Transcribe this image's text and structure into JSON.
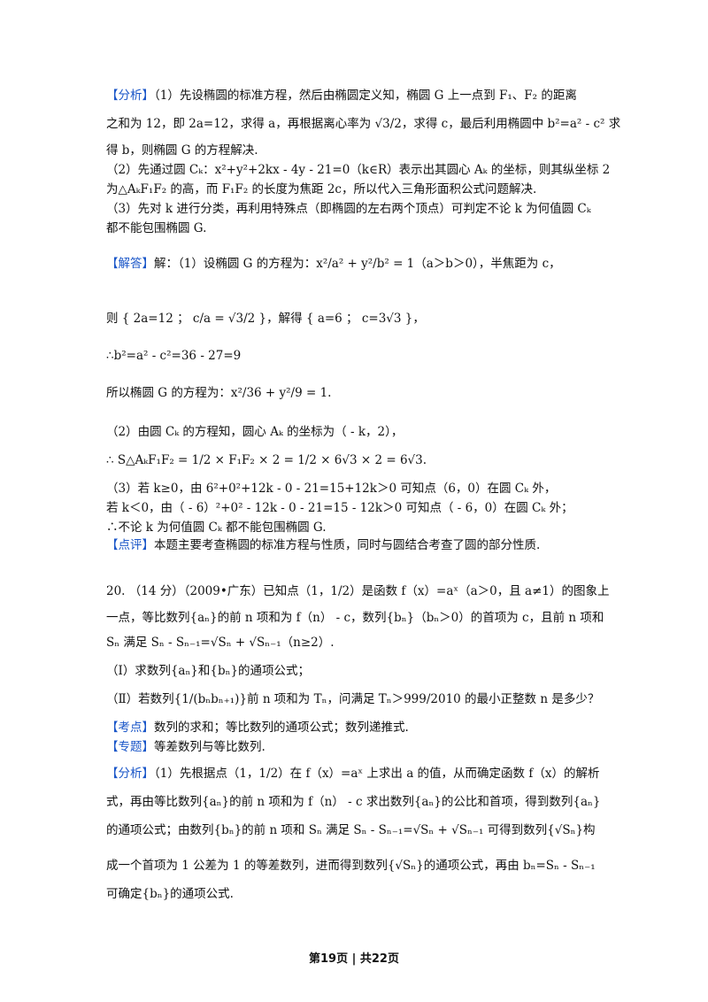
{
  "analysis": {
    "tag": "【分析】",
    "l1": "（1）先设椭圆的标准方程，然后由椭圆定义知，椭圆 G 上一点到 F₁、F₂ 的距离",
    "l2": "之和为 12，即 2a=12，求得 a，再根据离心率为 √3/2，求得 c，最后利用椭圆中 b²=a² - c² 求",
    "l3": "得 b，则椭圆 G 的方程解决.",
    "l4": "（2）先通过圆 Cₖ：x²+y²+2kx - 4y - 21=0（k∈R）表示出其圆心 Aₖ 的坐标，则其纵坐标 2",
    "l5": "为△AₖF₁F₂ 的高，而 F₁F₂ 的长度为焦距 2c，所以代入三角形面积公式问题解决.",
    "l6": "（3）先对 k 进行分类，再利用特殊点（即椭圆的左右两个顶点）可判定不论 k 为何值圆 Cₖ",
    "l7": "都不能包围椭圆 G."
  },
  "solution": {
    "tag": "【解答】",
    "l1": "解：（1）设椭圆 G 的方程为：x²/a² + y²/b² = 1（a＞b＞0），半焦距为 c，",
    "l2": "则 { 2a=12 ； c/a = √3/2 }，解得 { a=6 ； c=3√3 }，",
    "l3": "∴b²=a² - c²=36 - 27=9",
    "l4": "所以椭圆 G 的方程为：x²/36 + y²/9 = 1.",
    "l5": "（2）由圆 Cₖ 的方程知，圆心 Aₖ 的坐标为（ - k，2），",
    "l6": "∴ S△AₖF₁F₂ = 1/2 × F₁F₂ × 2 = 1/2 × 6√3 × 2 = 6√3.",
    "l7": "（3）若 k≥0，由 6²+0²+12k - 0 - 21=15+12k＞0 可知点（6，0）在圆 Cₖ 外，",
    "l8": "若 k＜0，由（ - 6）²+0² - 12k - 0 - 21=15 - 12k＞0 可知点（ - 6，0）在圆 Cₖ 外；",
    "l9": "∴不论 k 为何值圆 Cₖ 都不能包围椭圆 G."
  },
  "comment": {
    "tag": "【点评】",
    "l1": "本题主要考查椭圆的标准方程与性质，同时与圆结合考查了圆的部分性质."
  },
  "q20": {
    "l1": "20. （14 分）（2009•广东）已知点（1，1/2）是函数 f（x）=aˣ（a＞0，且 a≠1）的图象上",
    "l2": "一点，等比数列{aₙ}的前 n 项和为 f（n） - c，数列{bₙ}（bₙ＞0）的首项为 c，且前 n 项和",
    "l3": "Sₙ 满足 Sₙ - Sₙ₋₁=√Sₙ + √Sₙ₋₁（n≥2）.",
    "l4": "（Ⅰ）求数列{aₙ}和{bₙ}的通项公式；",
    "l5": "（Ⅱ）若数列{1/(bₙbₙ₊₁)}前 n 项和为 Tₙ，问满足 Tₙ＞999/2010 的最小正整数 n 是多少？"
  },
  "kaodian": {
    "tag": "【考点】",
    "text": "数列的求和；等比数列的通项公式；数列递推式."
  },
  "zhuanti": {
    "tag": "【专题】",
    "text": "等差数列与等比数列."
  },
  "analysis2": {
    "tag": "【分析】",
    "l1": "（1）先根据点（1，1/2）在 f（x）=aˣ 上求出 a 的值，从而确定函数 f（x）的解析",
    "l2": "式，再由等比数列{aₙ}的前 n 项和为 f（n） - c 求出数列{aₙ}的公比和首项，得到数列{aₙ}",
    "l3": "的通项公式；由数列{bₙ}的前 n 项和 Sₙ 满足 Sₙ - Sₙ₋₁=√Sₙ + √Sₙ₋₁ 可得到数列{√Sₙ}构",
    "l4": "成一个首项为 1 公差为 1 的等差数列，进而得到数列{√Sₙ}的通项公式，再由 bₙ=Sₙ - Sₙ₋₁",
    "l5": "可确定{bₙ}的通项公式."
  },
  "footer": "第19页 | 共22页"
}
